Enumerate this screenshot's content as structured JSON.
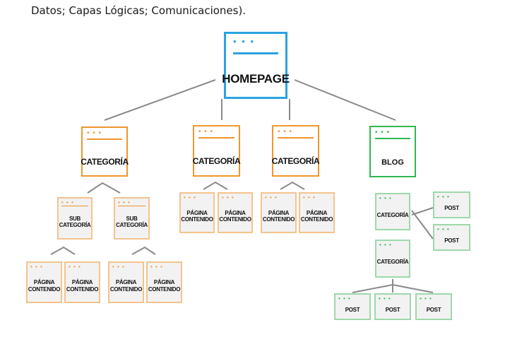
{
  "caption": "Datos; Capas Lógicas; Comunicaciones).",
  "dots": "• • •",
  "nodes": {
    "homepage": "HOMEPAGE",
    "categoria_1": "CATEGORÍA",
    "categoria_2": "CATEGORÍA",
    "categoria_3": "CATEGORÍA",
    "blog": "BLOG",
    "subcat_1": "SUB CATEGORÍA",
    "subcat_2": "SUB CATEGORÍA",
    "pagina_contenido": "PÁGINA CONTENIDO",
    "blog_categoria_1": "CATEGORÍA",
    "blog_categoria_2": "CATEGORÍA",
    "post": "POST"
  },
  "colors": {
    "homepage": "#2ba3e0",
    "categoria": "#f0962d",
    "blog": "#2fb84f",
    "connector": "#8a8a8a"
  }
}
